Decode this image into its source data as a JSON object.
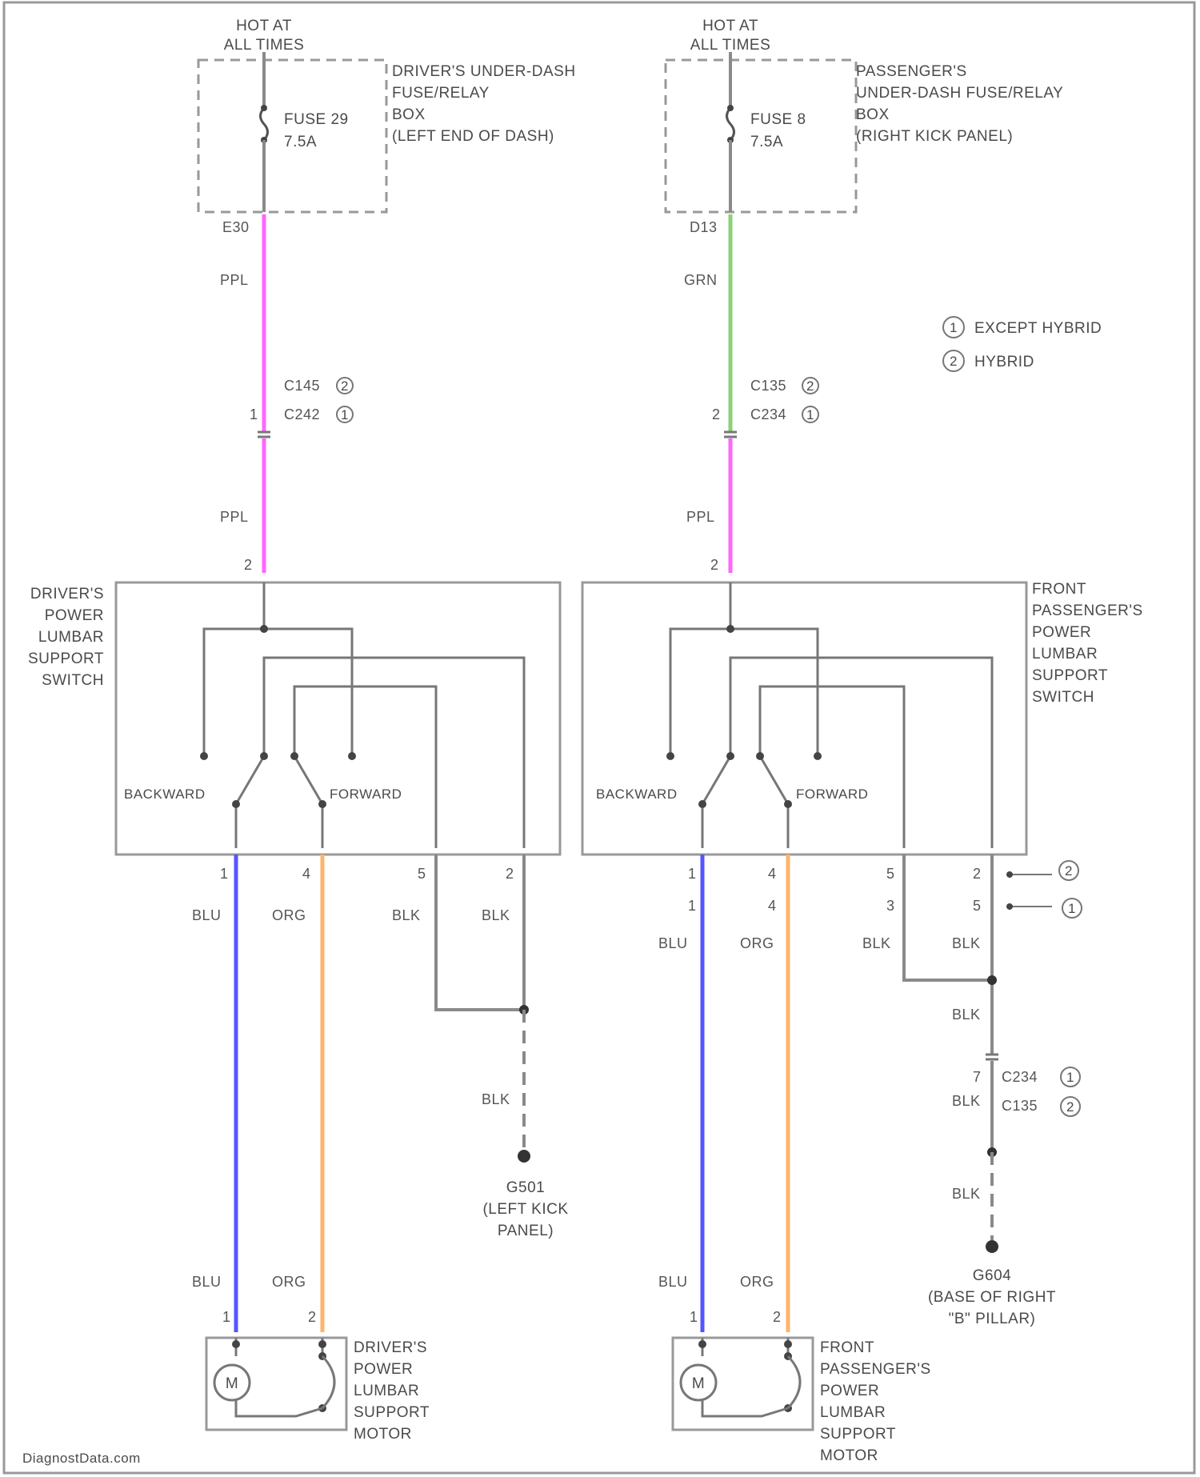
{
  "left": {
    "hot_line1": "HOT AT",
    "hot_line2": "ALL TIMES",
    "fuse_box": [
      "DRIVER'S UNDER-DASH",
      "FUSE/RELAY",
      "BOX",
      "(LEFT END OF DASH)"
    ],
    "fuse_name": "FUSE 29",
    "fuse_rating": "7.5A",
    "pin_top": "E30",
    "wire_top": "PPL",
    "conn_a": "C145",
    "conn_b": "C242",
    "conn_pin": "1",
    "wire_mid": "PPL",
    "switch_in_pin": "2",
    "switch_label": [
      "DRIVER'S",
      "POWER",
      "LUMBAR",
      "SUPPORT",
      "SWITCH"
    ],
    "backward": "BACKWARD",
    "forward": "FORWARD",
    "pins_bottom": [
      "1",
      "4",
      "5",
      "2"
    ],
    "wires_bottom": [
      "BLU",
      "ORG",
      "BLK",
      "BLK"
    ],
    "ground_wire": "BLK",
    "ground": [
      "G501",
      "(LEFT KICK",
      "PANEL)"
    ],
    "motor_wires": [
      "BLU",
      "ORG"
    ],
    "motor_pins": [
      "1",
      "2"
    ],
    "motor_symbol": "M",
    "motor_label": [
      "DRIVER'S",
      "POWER",
      "LUMBAR",
      "SUPPORT",
      "MOTOR"
    ]
  },
  "right": {
    "hot_line1": "HOT AT",
    "hot_line2": "ALL TIMES",
    "fuse_box": [
      "PASSENGER'S",
      "UNDER-DASH FUSE/RELAY",
      "BOX",
      "(RIGHT KICK PANEL)"
    ],
    "fuse_name": "FUSE 8",
    "fuse_rating": "7.5A",
    "pin_top": "D13",
    "wire_top": "GRN",
    "conn_a": "C135",
    "conn_b": "C234",
    "conn_pin": "2",
    "wire_mid": "PPL",
    "switch_in_pin": "2",
    "switch_label": [
      "FRONT",
      "PASSENGER'S",
      "POWER",
      "LUMBAR",
      "SUPPORT",
      "SWITCH"
    ],
    "backward": "BACKWARD",
    "forward": "FORWARD",
    "pins_bottom_a": [
      "1",
      "4",
      "5",
      "2"
    ],
    "pins_bottom_b": [
      "1",
      "4",
      "3",
      "5"
    ],
    "wires_bottom": [
      "BLU",
      "ORG",
      "BLK",
      "BLK"
    ],
    "splice_wire": "BLK",
    "conn2_pin": "7",
    "conn2_a": "C234",
    "conn2_b": "C135",
    "conn2_wire": "BLK",
    "ground_wire": "BLK",
    "ground": [
      "G604",
      "(BASE OF RIGHT",
      "\"B\" PILLAR)"
    ],
    "motor_wires": [
      "BLU",
      "ORG"
    ],
    "motor_pins": [
      "1",
      "2"
    ],
    "motor_symbol": "M",
    "motor_label": [
      "FRONT",
      "PASSENGER'S",
      "POWER",
      "LUMBAR",
      "SUPPORT",
      "MOTOR"
    ]
  },
  "legend": {
    "n1": "1",
    "t1": "EXCEPT HYBRID",
    "n2": "2",
    "t2": "HYBRID"
  },
  "watermark": "DiagnostData.com",
  "colors": {
    "ppl": "#ff66ff",
    "grn": "#8bd17a",
    "blu": "#5555ff",
    "org": "#ffb36b",
    "blk": "#8a8a8a",
    "outline": "#999999"
  }
}
